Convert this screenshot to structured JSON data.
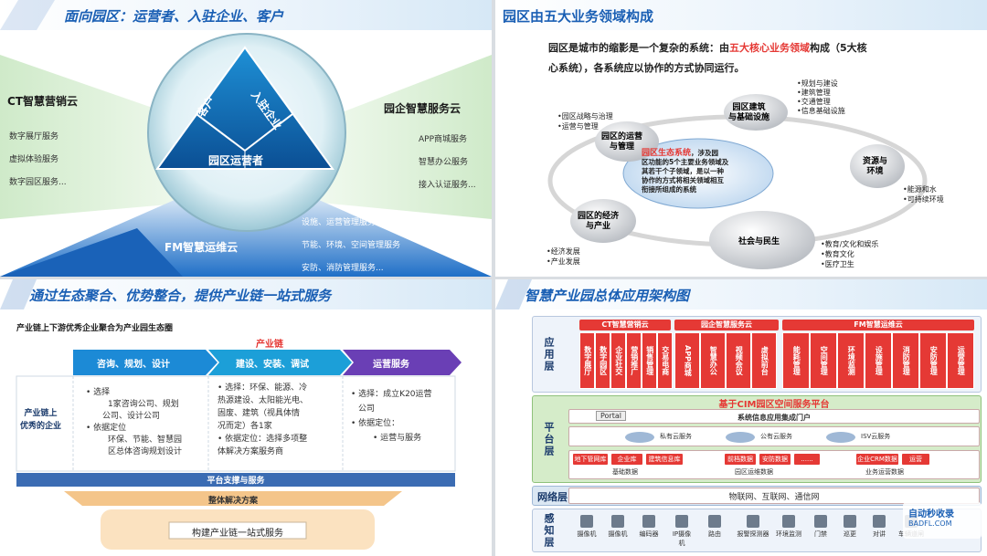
{
  "panel1": {
    "title": "面向园区：运营者、入驻企业、客户",
    "left_cloud": {
      "title": "CT智慧营销云",
      "items": [
        "数字展厅服务",
        "虚拟体验服务",
        "数字园区服务..."
      ]
    },
    "right_cloud": {
      "title": "园企智慧服务云",
      "items": [
        "APP商城服务",
        "智慧办公服务",
        "接入认证服务..."
      ]
    },
    "bottom_cloud": {
      "title": "FM智慧运维云",
      "items": [
        "设施、运营管理服务",
        "节能、环境、空间管理服务",
        "安防、消防管理服务..."
      ]
    },
    "triangle": {
      "left": "客户",
      "right": "入驻企业",
      "bottom": "园区运营者"
    }
  },
  "panel2": {
    "title": "园区由五大业务领域构成",
    "intro_a": "园区是城市的缩影是一个复杂的系统：由",
    "intro_highlight": "五大核心业务领域",
    "intro_b": "构成（5大核",
    "intro_c": "心系统），各系统应以协作的方式协同运行。",
    "center_title": "园区生态系统",
    "center_body_1": "，涉及园",
    "center_body_2": "区功能的5个主要业务领域及",
    "center_body_3": "其若干个子领域，是以一种",
    "center_body_4": "协作的方式将相关领域相互",
    "center_body_5": "衔接所组成的系统",
    "nodes": {
      "strategy": [
        "园区的运营",
        "与管理"
      ],
      "build": [
        "园区建筑",
        "与基础设施"
      ],
      "resource": [
        "资源与",
        "环境"
      ],
      "economy": [
        "园区的经济",
        "与产业"
      ],
      "society": "社会与民生"
    },
    "bullets_strategy": [
      "•园区战略与治理",
      "•运营与管理"
    ],
    "bullets_build": [
      "•规划与建设",
      "•建筑管理",
      "•交通管理",
      "•信息基础设施"
    ],
    "bullets_resource": [
      "•能源和水",
      "•可持续环境"
    ],
    "bullets_economy": [
      "•经济发展",
      "•产业发展"
    ],
    "bullets_society": [
      "•教育/文化和娱乐",
      "•教育文化",
      "•医疗卫生"
    ]
  },
  "panel3": {
    "title": "通过生态聚合、优势整合，提供产业链一站式服务",
    "subtitle": "产业链上下游优秀企业聚合为产业园生态圈",
    "chain_label": "产业链",
    "stages": [
      "咨询、规划、设计",
      "建设、安装、调试",
      "运营服务"
    ],
    "left_label": [
      "产业链上",
      "优秀的企业"
    ],
    "col1": [
      "• 选择",
      "1家咨询公司、规划",
      "公司、设计公司",
      "• 依据定位",
      "环保、节能、智慧园",
      "区总体咨询规划设计"
    ],
    "col2": [
      "• 选择：环保、能源、冷",
      "热源建设、太阳能光电、",
      "固废、建筑（视具体情",
      "况而定）各1家",
      "• 依据定位：选择多项整",
      "体解决方案服务商"
    ],
    "col3": [
      "• 选择：成立K20运营",
      "公司",
      "• 依据定位：",
      "• 运营与服务"
    ],
    "bar1": "平台支撑与服务",
    "bar2": "整体解决方案",
    "bar3": "构建产业链一站式服务"
  },
  "panel4": {
    "title": "智慧产业园总体应用架构图",
    "layers": {
      "app": "应用层",
      "platform": "平台层",
      "network": "网络层",
      "sense": "感知层"
    },
    "app_groups": {
      "ct": {
        "title": "CT智慧营销云",
        "cells": [
          "数字展厅",
          "数字园区",
          "企业社交",
          "营销推广",
          "销售管理",
          "交易电商"
        ]
      },
      "park": {
        "title": "园企智慧服务云",
        "cells": [
          "APP商城",
          "智慧办公",
          "视频会议",
          "虚拟前台"
        ]
      },
      "fm": {
        "title": "FM智慧运维云",
        "cells": [
          "能耗管理",
          "空间管理",
          "环境监测",
          "设施管理",
          "消防管理",
          "安防管理",
          "运营管理"
        ]
      }
    },
    "platform_title": "基于CIM园区空间服务平台",
    "portal": "Portal",
    "portal_desc": "系统信息应用集成门户",
    "clouds": [
      "私有云服务",
      "公有云服务",
      "ISV云服务"
    ],
    "pills_basic": [
      "地下管网库",
      "企业库",
      "建筑信息库"
    ],
    "pills_ops": [
      "前档数据",
      "安防数据",
      "......"
    ],
    "pills_biz": [
      "企业CRM数据",
      "运营"
    ],
    "sub_labels": [
      "基础数据",
      "园区运维数据",
      "业务运营数据"
    ],
    "network_label": "网络层",
    "network_desc": "物联网、互联网、通信网",
    "devices": [
      "摄像机",
      "摄像机",
      "编码器",
      "IP摄像机",
      "路由",
      "报警探测器",
      "环境监测",
      "门禁",
      "巡更",
      "对讲",
      "车辆道闸"
    ],
    "watermark": "自动秒收录",
    "watermark_sub": "BADFL.COM"
  }
}
